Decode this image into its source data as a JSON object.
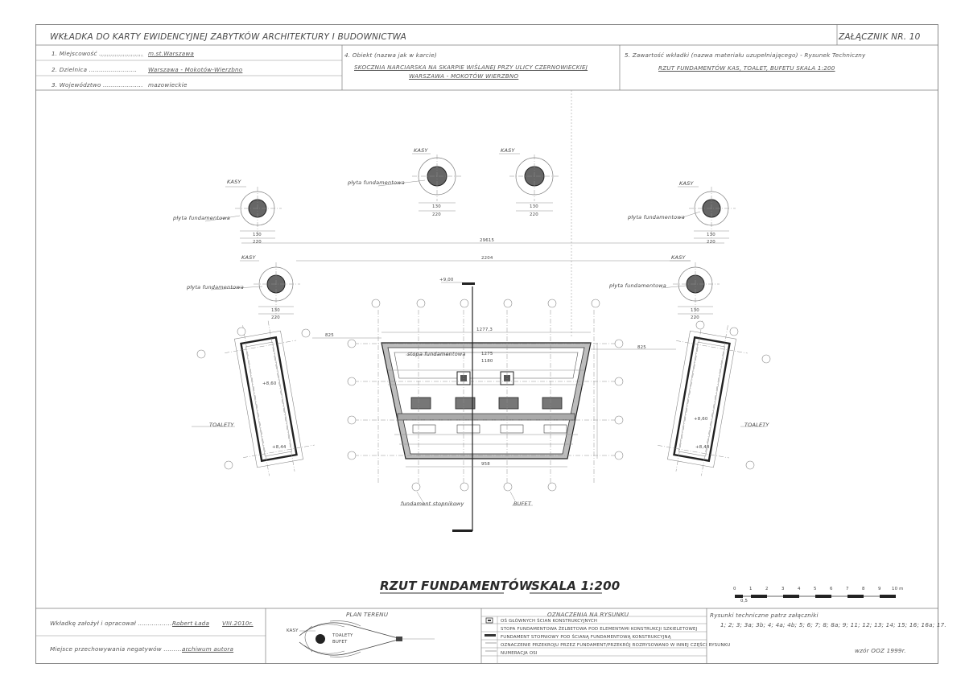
{
  "header": {
    "sheet_title": "WKŁADKA DO KARTY EWIDENCYJNEJ ZABYTKÓW ARCHITEKTURY I BUDOWNICTWA",
    "attachment": "ZAŁĄCZNIK NR. 10",
    "field1_label": "1. Miejscowość ......................",
    "field1_value": "m.st.Warszawa",
    "field2_label": "2. Dzielnica ........................",
    "field2_value": "Warszawa - Mokotów-Wierzbno",
    "field3_label": "3. Województwo ....................",
    "field3_value": "mazowieckie",
    "field4_label": "4. Obiekt (nazwa jak w karcie)",
    "field4_value_line1": "SKOCZNIA NARCIARSKA NA SKARPIE WIŚLANEJ PRZY ULICY CZERNOWIECKIEJ",
    "field4_value_line2": "WARSZAWA - MOKOTÓW WIERZBNO",
    "field5_label": "5. Zawartość wkładki (nazwa materiału uzupełniającego) - Rysunek Techniczny",
    "field5_value": "RZUT FUNDAMENTÓW KAS, TOALET, BUFETU   SKALA 1:200"
  },
  "drawing": {
    "labels": {
      "kasy": "KASY",
      "plyta": "płyta fundamentowa",
      "toalety": "TOALETY",
      "stopa": "stopa fundamentowa",
      "fundament_stopnikowy": "fundament stopnikowy",
      "bufet": "BUFET",
      "dim_130": "130",
      "dim_220": "220",
      "dim_long1": "29615",
      "dim_long2": "2204",
      "dim_top": "1277,3",
      "dim_1275": "1275",
      "dim_1180": "1180",
      "dim_825": "825",
      "dim_958": "958",
      "level1": "+8,60",
      "level2": "+8,44",
      "level3": "+9,00"
    },
    "title": "RZUT FUNDAMENTÓW",
    "scale": "SKALA 1:200",
    "scale_bar": [
      "0",
      "0,5",
      "1",
      "2",
      "3",
      "4",
      "5",
      "6",
      "7",
      "8",
      "9",
      "10 m"
    ]
  },
  "footer": {
    "made_by_label": "Wkładkę założył i opracował .......................",
    "made_by_value": "Robert Łada",
    "date_value": "VIII.2010r.",
    "negatives_label": "Miejsce przechowywania negatywów ..............",
    "negatives_value": "archiwum autora",
    "plan_title": "PLAN TERENU",
    "plan_kasy": "KASY",
    "plan_toalety": "TOALETY",
    "plan_bufet": "BUFET",
    "legend_title": "OZNACZENIA NA RYSUNKU",
    "legend_items": [
      "OŚ GŁÓWNYCH ŚCIAN KONSTRUKCYJNYCH",
      "STOPA FUNDAMENTOWA ŻELBETOWA POD ELEMENTAMI KONSTRUKCJI SZKIELETOWEJ",
      "FUNDAMENT STOPNIOWY POD ŚCIANĄ FUNDAMENTOWĄ KONSTRUKCYJNĄ",
      "OZNACZENIE PRZEKROJU PRZEZ FUNDAMENT/PRZEKRÓJ ROZRYSOWANO W INNEJ CZĘŚCI RYSUNKU",
      "NUMERACJA OSI"
    ],
    "refs_line1": "Rysunki techniczne patrz załączniki",
    "refs_line2": "1; 2; 3; 3a; 3b; 4; 4a; 4b; 5; 6; 7; 8; 8a; 9; 11; 12; 13; 14; 15; 16; 16a; 17.",
    "form": "wzór OOZ 1999r."
  }
}
